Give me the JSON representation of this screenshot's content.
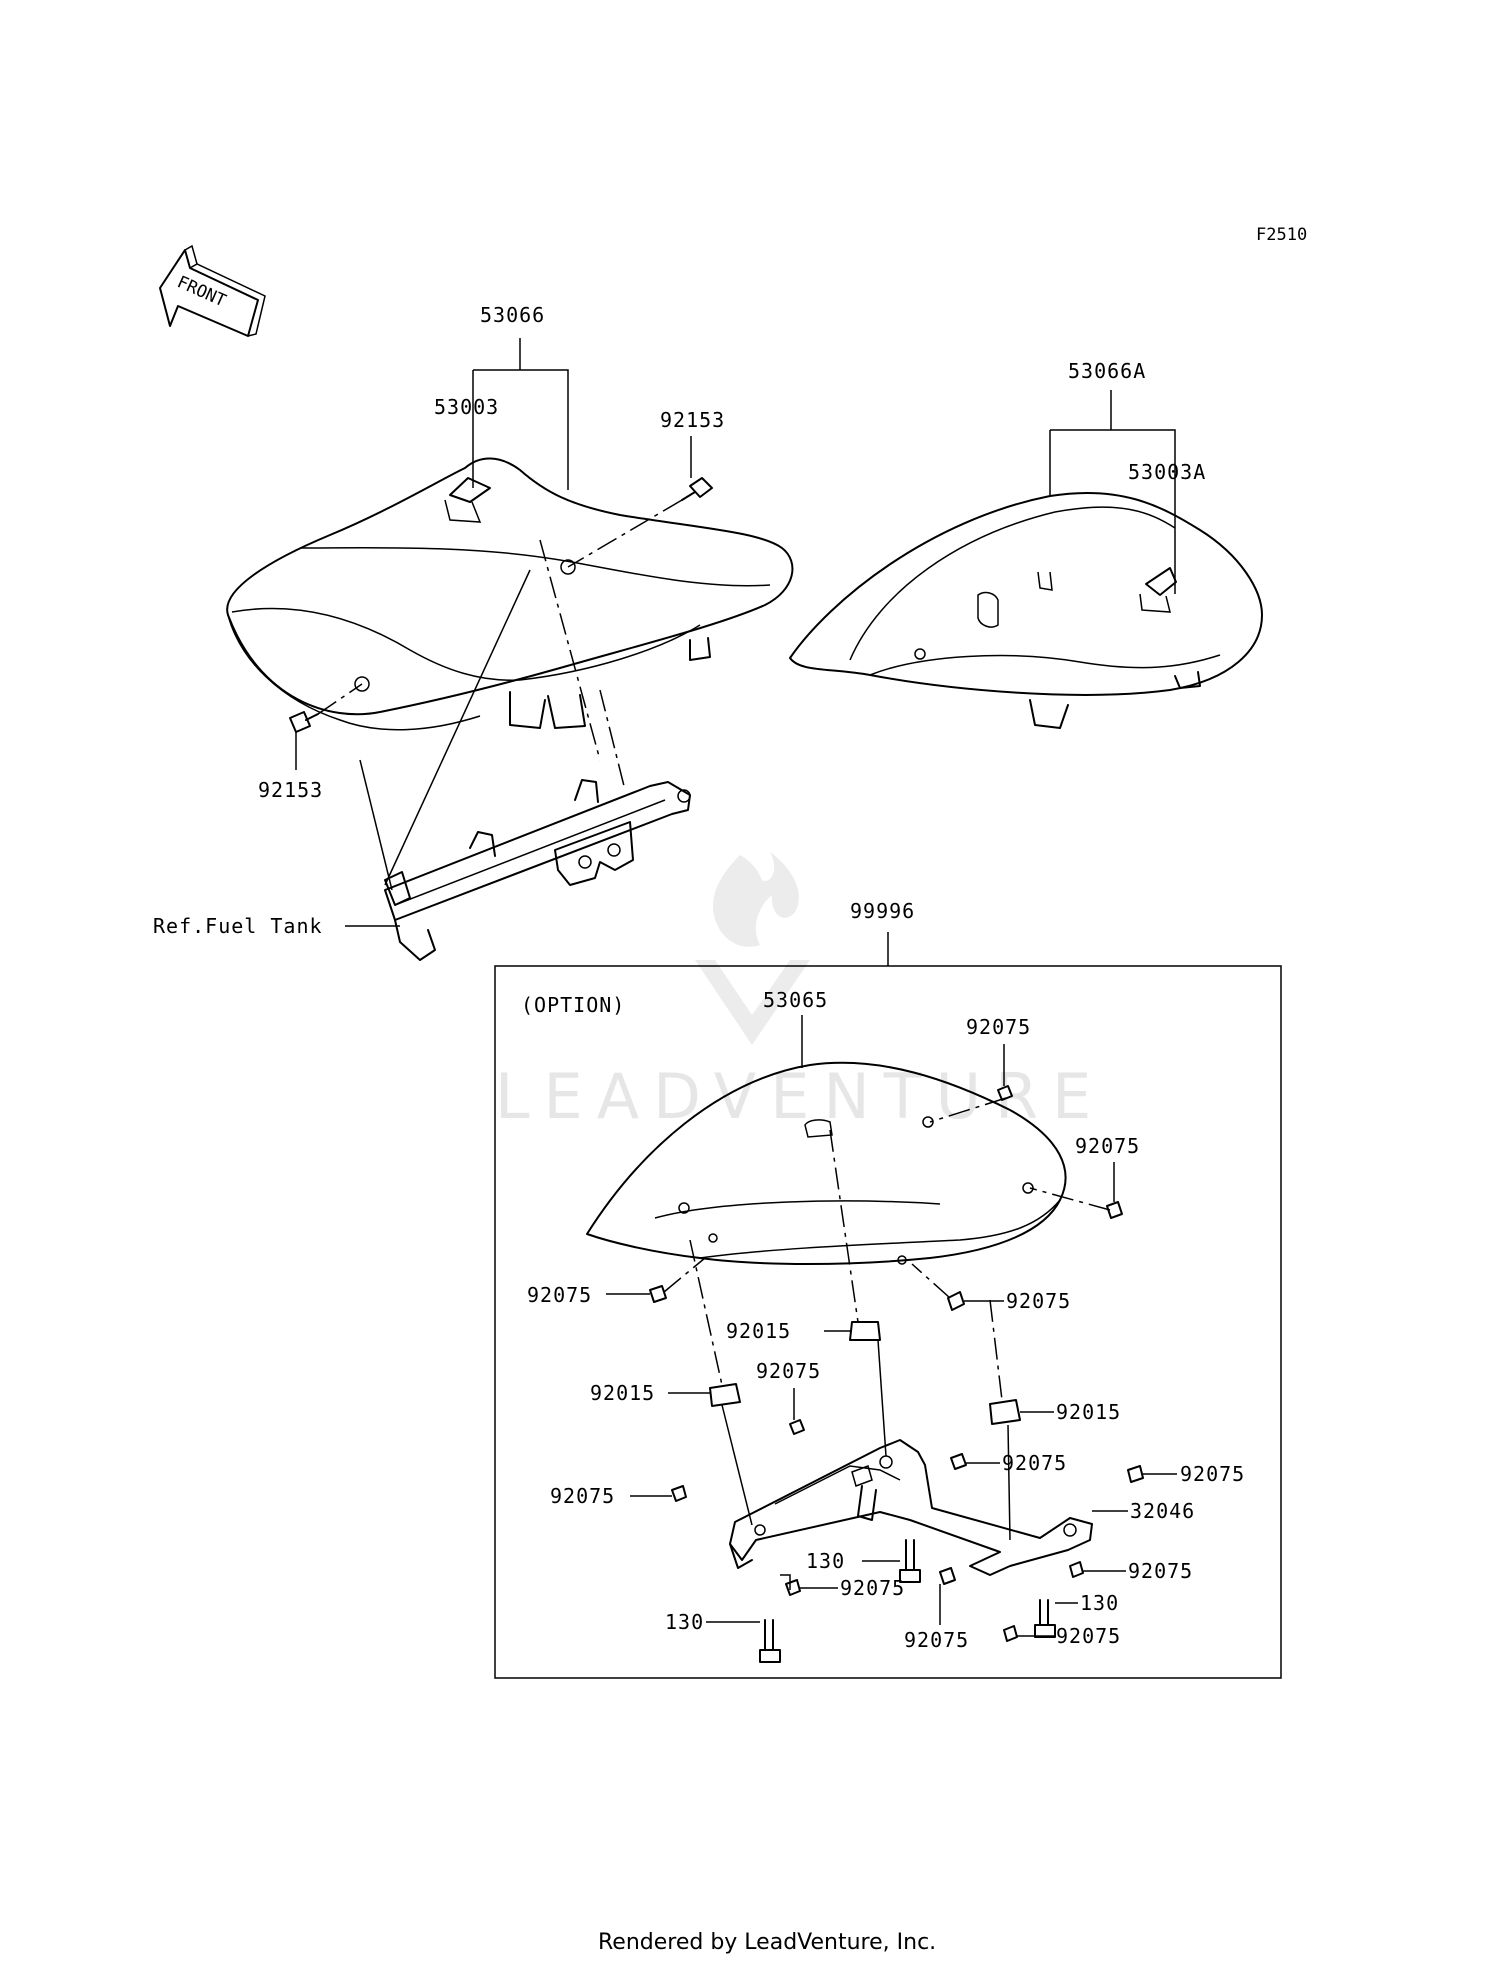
{
  "diagram_code": "F2510",
  "front_arrow_label": "FRONT",
  "watermark": "LEADVENTURE",
  "footer": "Rendered by LeadVenture, Inc.",
  "option_box_label": "(OPTION)",
  "labels": {
    "seat_assy": "53066",
    "seat_cover": "53003",
    "bolt_top": "92153",
    "bolt_left": "92153",
    "seat_assy_a": "53066A",
    "seat_cover_a": "53003A",
    "ref_fuel_tank": "Ref.Fuel Tank",
    "option_kit": "99996",
    "seat_cowl": "53065",
    "screw_a": "92075",
    "screw_b": "92075",
    "screw_c": "92075",
    "screw_d": "92075",
    "grommet_a": "92015",
    "grommet_b": "92015",
    "grommet_c": "92015",
    "screw_e": "92075",
    "screw_f": "92075",
    "screw_g": "92075",
    "screw_h": "92075",
    "bracket": "32046",
    "bolt_130_a": "130",
    "bolt_130_b": "130",
    "bolt_130_c": "130",
    "screw_i": "92075",
    "screw_j": "92075",
    "screw_k": "92075",
    "screw_l": "92075"
  }
}
